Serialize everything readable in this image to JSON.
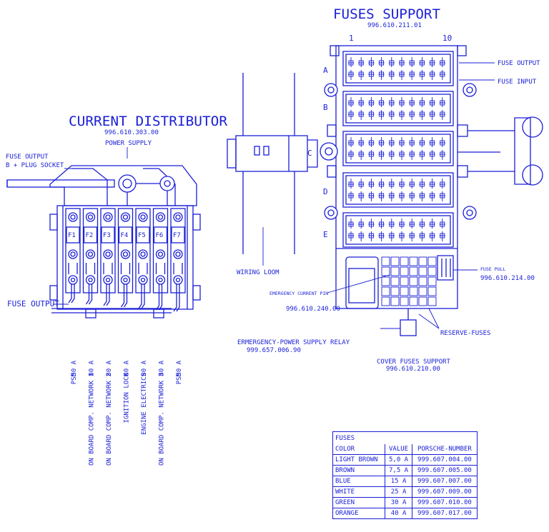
{
  "fuses_support": {
    "title": "FUSES SUPPORT",
    "part_number": "996.610.211.01",
    "column_start": "1",
    "column_end": "10",
    "rows": [
      "A",
      "B",
      "C",
      "D",
      "E"
    ],
    "fuse_output_label": "FUSE OUTPUT",
    "fuse_input_label": "FUSE INPUT",
    "fuse_pull_label": "FUSE PULL",
    "fuse_pull_number": "996.610.214.00",
    "reserve_fuses_label": "RESERVE-FUSES",
    "emergency_pin_label": "EMERGENCY CURRENT PIN",
    "emergency_pin_number": "996.610.240.00",
    "relay_label": "ERMERGENCY-POWER SUPPLY RELAY",
    "relay_number": "999.657.006.90",
    "cover_label": "COVER FUSES SUPPORT",
    "cover_number": "996.610.210.00",
    "wiring_loom_label": "WIRING LOOM"
  },
  "current_distributor": {
    "title": "CURRENT DISTRIBUTOR",
    "part_number": "996.610.303.00",
    "power_supply_label": "POWER SUPPLY",
    "fuse_output_top_label": "FUSE OUTPUT",
    "plug_socket_label": "B + PLUG SOCKET",
    "fuse_output_bottom_label": "FUSE OUTPUT",
    "fuses": [
      "F1",
      "F2",
      "F3",
      "F4",
      "F5",
      "F6",
      "F7"
    ],
    "circuits": [
      {
        "name": "PSM",
        "rating": "50 A"
      },
      {
        "name": "ON BOARD COMP. NETWORK 1",
        "rating": "80 A"
      },
      {
        "name": "ON BOARD COMP. NETWORK 2",
        "rating": "80 A"
      },
      {
        "name": "IGNITION LOCK",
        "rating": "80 A"
      },
      {
        "name": "ENGINE ELECTRICS",
        "rating": "80 A"
      },
      {
        "name": "ON BOARD COMP. NETWORK 3",
        "rating": "80 A"
      },
      {
        "name": "PSM",
        "rating": "50 A"
      }
    ]
  },
  "fuse_table": {
    "title": "FUSES",
    "headers": [
      "COLOR",
      "VALUE",
      "PORSCHE-NUMBER"
    ],
    "rows": [
      [
        "LIGHT BROWN",
        "5,0 A",
        "999.607.004.00"
      ],
      [
        "BROWN",
        "7,5 A",
        "999.607.005.00"
      ],
      [
        "BLUE",
        "15 A",
        "999.607.007.00"
      ],
      [
        "WHITE",
        "25 A",
        "999.607.009.00"
      ],
      [
        "GREEN",
        "30 A",
        "999.607.010.00"
      ],
      [
        "ORANGE",
        "40 A",
        "999.607.017.00"
      ]
    ]
  },
  "colors": {
    "line": "#1a1fd6",
    "background": "#ffffff"
  }
}
